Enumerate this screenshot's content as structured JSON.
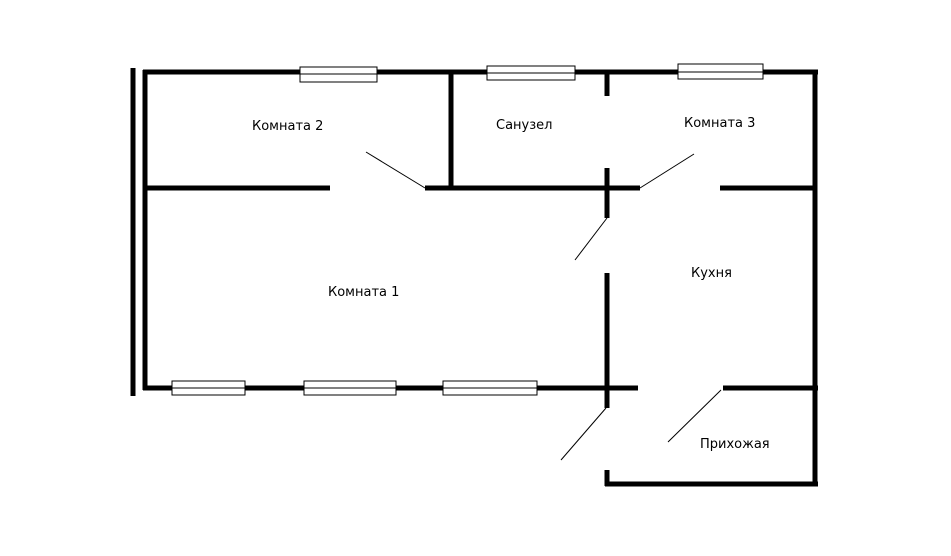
{
  "rooms": {
    "room1": "Комната 1",
    "room2": "Комната 2",
    "room3": "Комната 3",
    "bathroom": "Санузел",
    "kitchen": "Кухня",
    "hallway": "Прихожая"
  }
}
